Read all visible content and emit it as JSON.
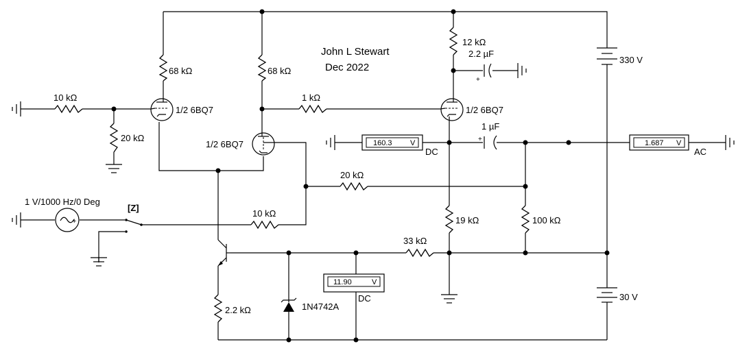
{
  "author": "John L Stewart",
  "date": "Dec 2022",
  "resistors": {
    "r_10k_in": "10 kΩ",
    "r_20k_grid": "20 kΩ",
    "r_68k_a": "68 kΩ",
    "r_68k_b": "68 kΩ",
    "r_1k": "1 kΩ",
    "r_12k": "12 kΩ",
    "r_20k_fb": "20 kΩ",
    "r_10k_sw": "10 kΩ",
    "r_19k": "19 kΩ",
    "r_100k": "100 kΩ",
    "r_33k": "33 kΩ",
    "r_2_2k": "2.2 kΩ"
  },
  "capacitors": {
    "c_bypass": "2.2 µF",
    "c_coupling": "1 µF"
  },
  "tubes": {
    "v1a": "1/2 6BQ7",
    "v1b": "1/2 6BQ7",
    "v2a": "1/2 6BQ7"
  },
  "sources": {
    "signal": "1 V/1000 Hz/0 Deg",
    "switch_key": "[Z]",
    "hv_battery": "330 V",
    "lv_battery": "30 V"
  },
  "diode": "1N4742A",
  "meters": {
    "plate_dc": {
      "value": "160.3",
      "unit": "V",
      "mode": "DC"
    },
    "output_ac": {
      "value": "1.687",
      "unit": "V",
      "mode": "AC"
    },
    "zener_dc": {
      "value": "11.90",
      "unit": "V",
      "mode": "DC"
    }
  }
}
